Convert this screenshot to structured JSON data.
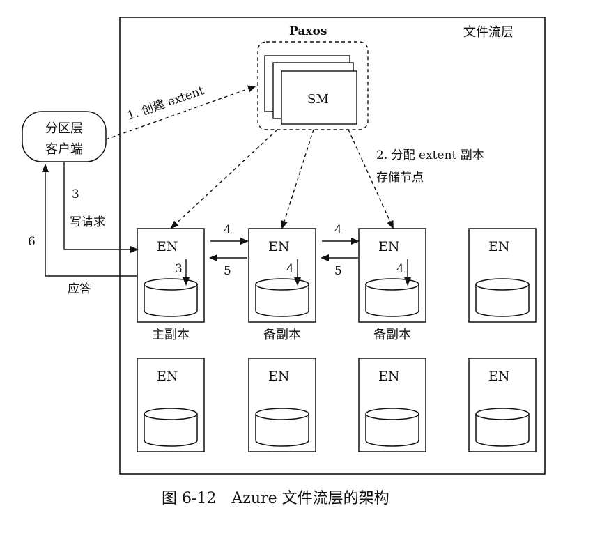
{
  "layer": {
    "title": "文件流层"
  },
  "paxos": {
    "label": "Paxos",
    "sm_label": "SM"
  },
  "client": {
    "line1": "分区层",
    "line2": "客户端"
  },
  "edges": {
    "create_extent": "1. 创建 extent",
    "allocate_line1": "2. 分配 extent 副本",
    "allocate_line2": "存储节点",
    "write_step": "3",
    "write_request": "写请求",
    "reply_step": "6",
    "reply": "应答",
    "forward": "4",
    "ack": "5",
    "local_write_primary": "3",
    "local_write_secondary": "4"
  },
  "nodes": {
    "en_label": "EN",
    "row1_labels": [
      "主副本",
      "备副本",
      "备副本",
      ""
    ],
    "count_per_row": 4
  },
  "caption": "图 6-12　Azure 文件流层的架构",
  "colors": {
    "stroke": "#111111",
    "background": "#ffffff"
  }
}
